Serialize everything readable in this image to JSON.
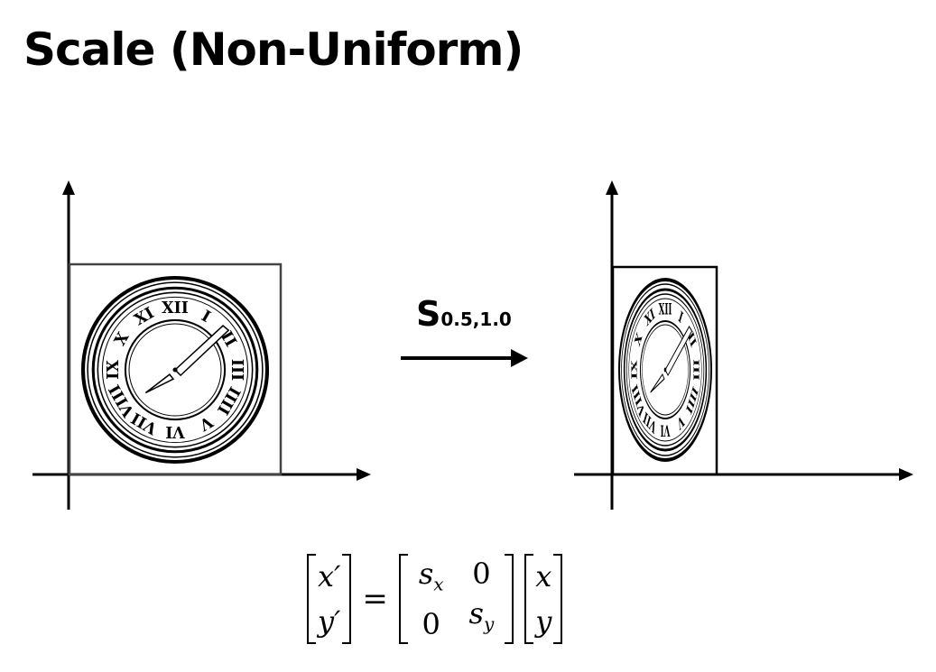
{
  "title": "Scale (Non-Uniform)",
  "operator": {
    "symbol": "S",
    "subscript": "0.5,1.0",
    "sx": 0.5,
    "sy": 1.0
  },
  "clock_numerals": [
    "XII",
    "I",
    "II",
    "III",
    "IIII",
    "V",
    "VI",
    "VII",
    "VIII",
    "IX",
    "X",
    "XI"
  ],
  "equation": {
    "lhs": [
      "x′",
      "y′"
    ],
    "equals": "=",
    "matrix": {
      "sx_base": "s",
      "sx_sub": "x",
      "zero_a": "0",
      "zero_b": "0",
      "sy_base": "s",
      "sy_sub": "y"
    },
    "rhs": [
      "x",
      "y"
    ]
  }
}
